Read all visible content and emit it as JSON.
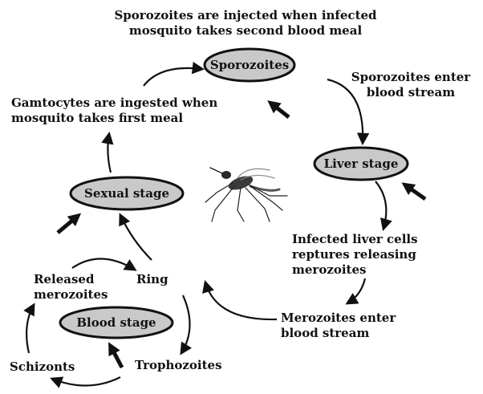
{
  "diagram": {
    "nodes": {
      "sporozoites": "Sporozoites",
      "liver_stage": "Liver stage",
      "sexual_stage": "Sexual stage",
      "blood_stage": "Blood stage"
    },
    "labels": {
      "sporozoites_injected": "Sporozoites are injected when infected\nmosquito takes second blood meal",
      "sporozoites_enter": "Sporozoites enter\nblood stream",
      "gametocytes_ingested": "Gamtocytes are ingested when\nmosquito takes first meal",
      "liver_cells_rupture": "Infected liver cells\nreptures releasing\nmerozoites",
      "merozoites_enter": "Merozoites enter\nblood stream",
      "released_merozoites": "Released\nmerozoites",
      "ring": "Ring",
      "trophozoites": "Trophozoites",
      "schizonts": "Schizonts"
    },
    "colors": {
      "node_fill": "#c9c9c9",
      "stroke": "#111111",
      "text": "#111111"
    },
    "image": "mosquito"
  }
}
